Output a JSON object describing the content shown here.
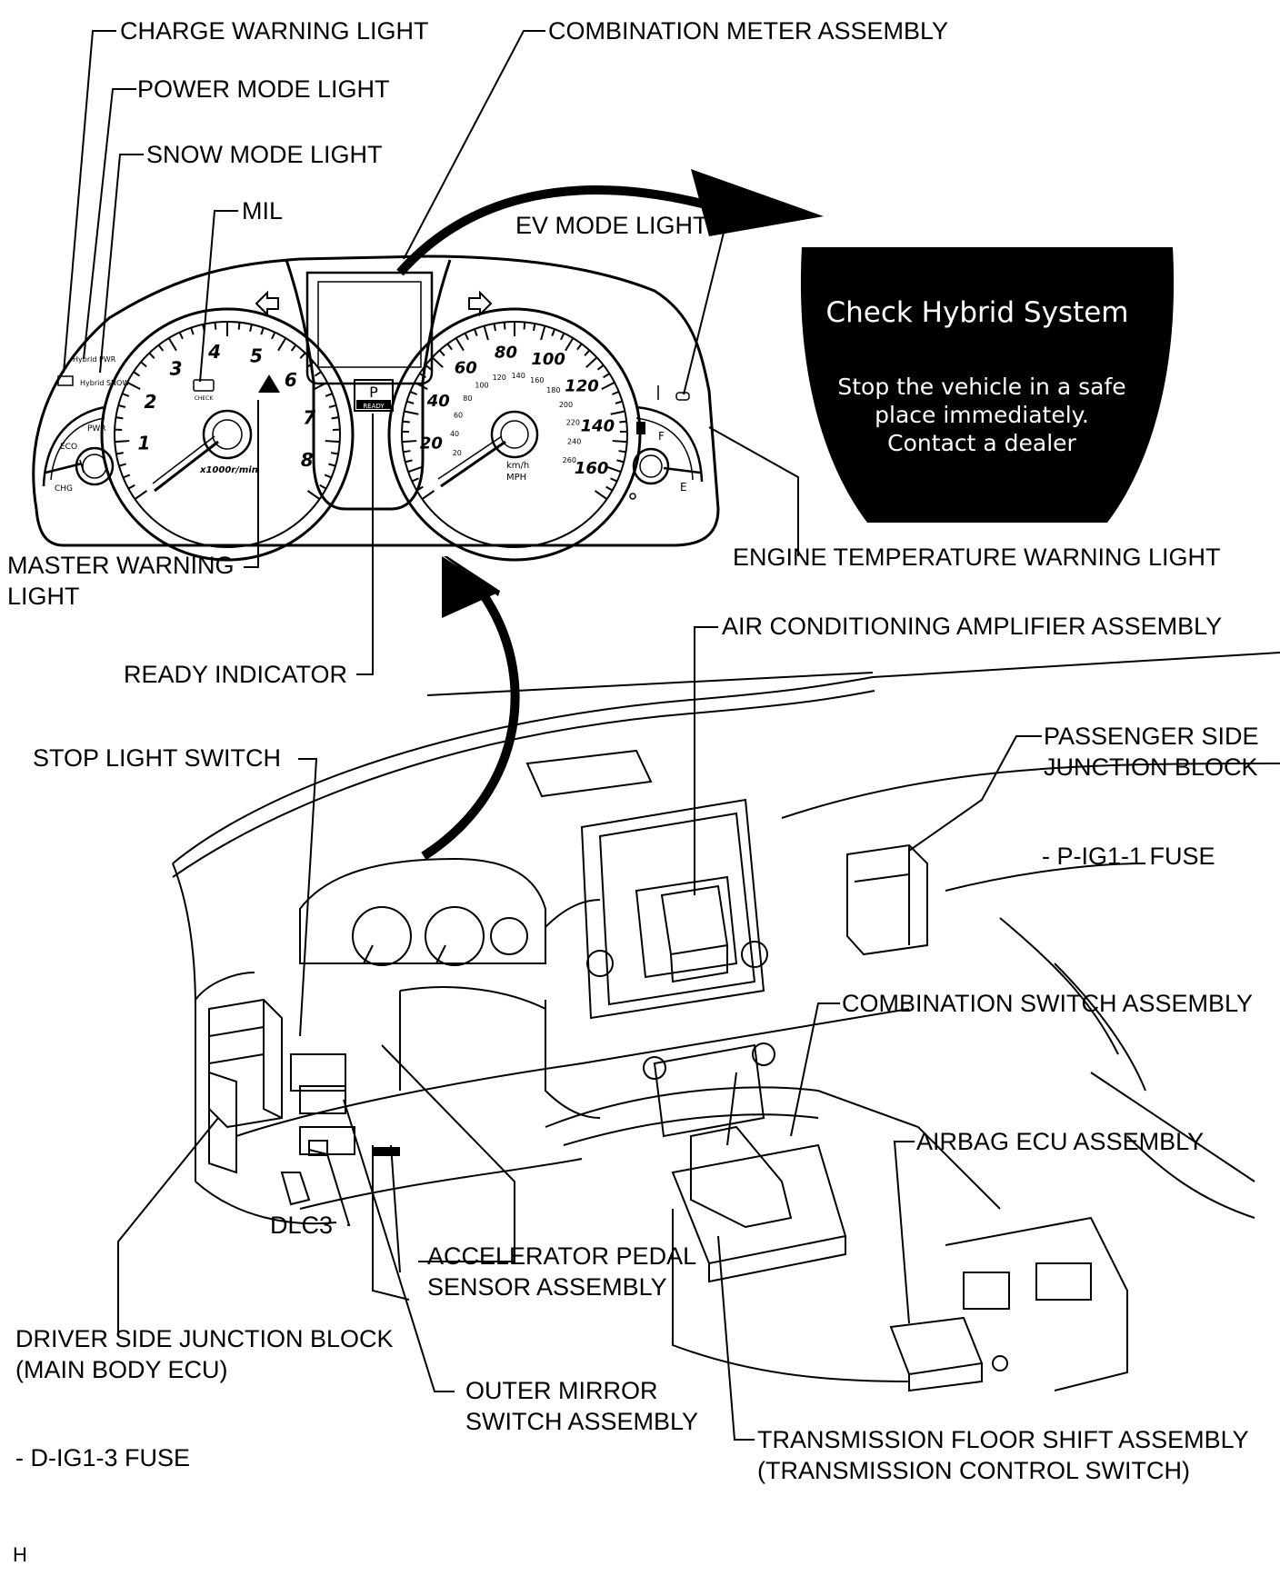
{
  "labels": {
    "charge_warning_light": "CHARGE WARNING LIGHT",
    "power_mode_light": "POWER MODE LIGHT",
    "snow_mode_light": "SNOW MODE LIGHT",
    "mil": "MIL",
    "combination_meter_assembly": "COMBINATION METER ASSEMBLY",
    "ev_mode_light": "EV MODE LIGHT",
    "master_warning_light_line1": "MASTER WARNING",
    "master_warning_light_line2": "LIGHT",
    "engine_temperature_warning_light": "ENGINE TEMPERATURE WARNING LIGHT",
    "ready_indicator": "READY INDICATOR",
    "air_conditioning_amplifier_assembly": "AIR CONDITIONING AMPLIFIER ASSEMBLY",
    "stop_light_switch": "STOP LIGHT SWITCH",
    "passenger_side_junction_block_line1": "PASSENGER SIDE",
    "passenger_side_junction_block_line2": "JUNCTION BLOCK",
    "p_ig1_1_fuse": "- P-IG1-1 FUSE",
    "combination_switch_assembly": "COMBINATION SWITCH ASSEMBLY",
    "airbag_ecu_assembly": "AIRBAG ECU ASSEMBLY",
    "dlc3": "DLC3",
    "accelerator_pedal_sensor_line1": "ACCELERATOR PEDAL",
    "accelerator_pedal_sensor_line2": "SENSOR ASSEMBLY",
    "driver_side_junction_block_line1": "DRIVER SIDE JUNCTION BLOCK",
    "driver_side_junction_block_line2": "(MAIN BODY ECU)",
    "outer_mirror_switch_line1": "OUTER MIRROR",
    "outer_mirror_switch_line2": "SWITCH ASSEMBLY",
    "d_ig1_3_fuse": "- D-IG1-3 FUSE",
    "transmission_floor_shift_line1": "TRANSMISSION FLOOR SHIFT ASSEMBLY",
    "transmission_floor_shift_line2": "(TRANSMISSION CONTROL SWITCH)",
    "corner_code": "H"
  },
  "message_display": {
    "title": "Check  Hybrid  System",
    "line1": "Stop the vehicle in a safe",
    "line2": "place immediately.",
    "line3": "Contact a dealer"
  },
  "meter_text": {
    "tach_numbers": [
      "1",
      "2",
      "3",
      "4",
      "5",
      "6",
      "7",
      "8"
    ],
    "tach_unit": "x1000r/min",
    "speedo_mph": [
      "20",
      "40",
      "60",
      "80",
      "100",
      "120",
      "140",
      "160"
    ],
    "speedo_kmh": [
      "20",
      "40",
      "60",
      "80",
      "100",
      "120",
      "140",
      "160",
      "180",
      "200",
      "220",
      "240",
      "260"
    ],
    "speedo_unit_top": "km/h",
    "speedo_unit_bottom": "MPH",
    "shift_letter": "P",
    "ready_text": "READY",
    "check_text": "CHECK",
    "hybrid_pwr": "Hybrid PWR",
    "hybrid_snow": "Hybrid SNOW",
    "pwr": "PWR",
    "eco": "ECO",
    "chg": "CHG",
    "fuel_e": "E",
    "fuel_f": "F"
  }
}
